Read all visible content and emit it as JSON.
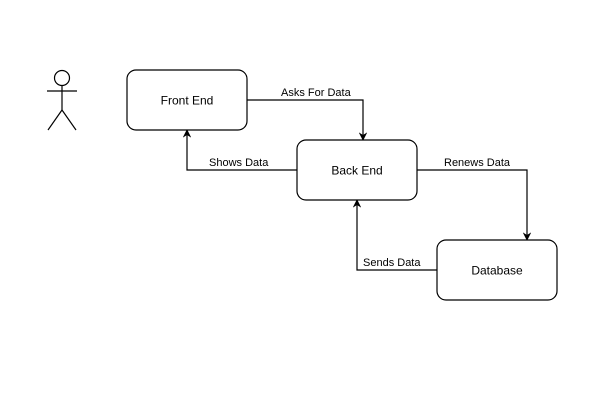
{
  "diagram": {
    "nodes": {
      "front_end": "Front End",
      "back_end": "Back End",
      "database": "Database"
    },
    "edges": {
      "asks_for_data": "Asks For Data",
      "shows_data": "Shows Data",
      "renews_data": "Renews Data",
      "sends_data": "Sends Data"
    },
    "colors": {
      "stroke": "#000000",
      "fill": "#ffffff"
    }
  }
}
